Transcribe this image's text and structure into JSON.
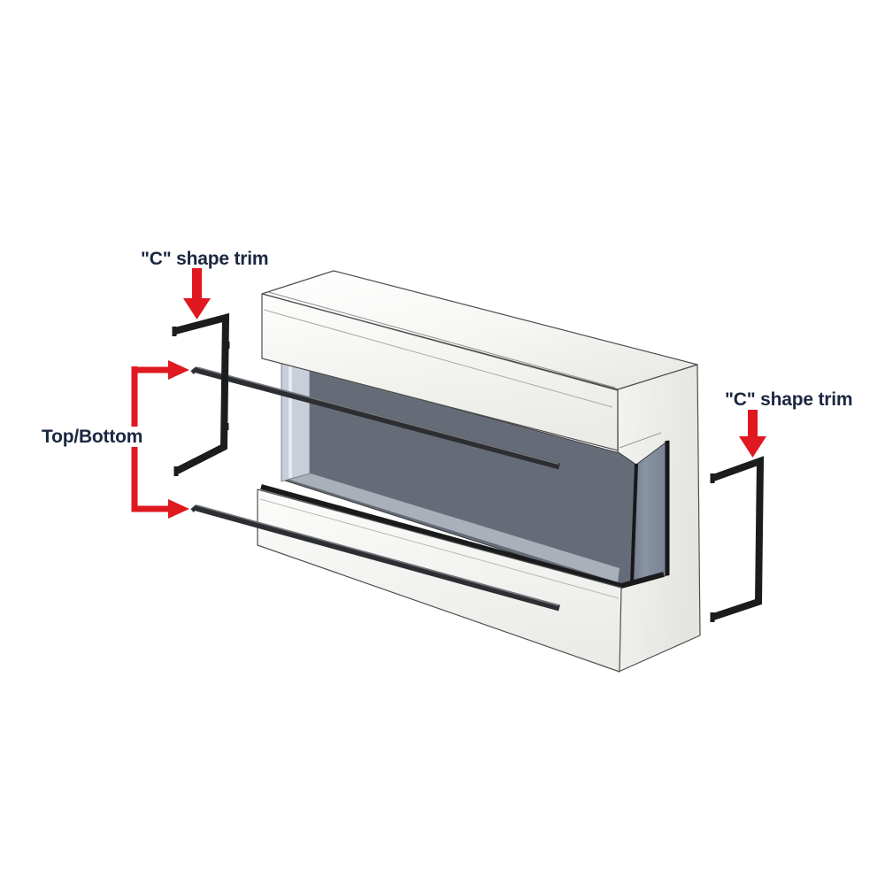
{
  "page": {
    "background": "#ffffff"
  },
  "diagram": {
    "labels": {
      "left_c_trim": "\"C\" shape trim",
      "right_c_trim": "\"C\" shape trim",
      "top_bottom": "Top/Bottom"
    },
    "colors": {
      "arrow_red": "#e0181f",
      "label_text": "#1b2740",
      "trim_black": "#1b1c1e",
      "rod_dark": "#2c2e32",
      "rod_highlight": "#74777c",
      "glass_front": "#666c77",
      "glass_side": "#7e8898",
      "glass_left_edge": "#c7cfda",
      "firebox_floor": "#aab0b9",
      "glass_frame": "#191a1b",
      "panel_white": "#fafaf9",
      "outline": "#4f4f4f"
    }
  }
}
